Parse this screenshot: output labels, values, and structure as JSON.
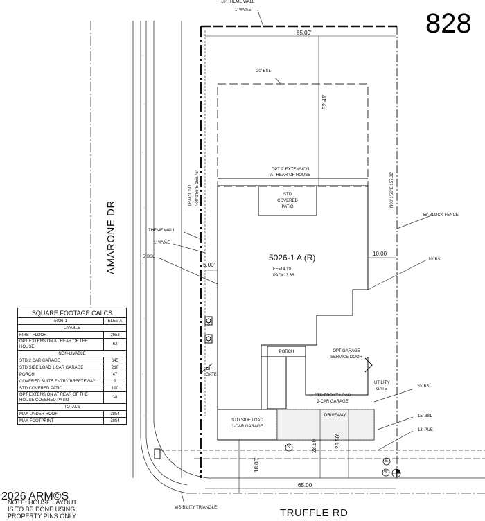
{
  "lot_number": "828",
  "streets": {
    "west": "AMARONE DR",
    "south": "TRUFFLE RD"
  },
  "house": {
    "plan": "5026-1 A (R)",
    "ff": "FF=14.19",
    "pad": "PAD=13.36"
  },
  "dimensions": {
    "top_width": "65.00'",
    "bottom_width": "65.00'",
    "rear_depth": "52.41'",
    "west_setback": "5.00'",
    "east_setback": "10.00'",
    "front_depth": "28.50'",
    "driveway_depth": "23.50'",
    "front_setback_dim": "18.00'",
    "west_line": "N00°1'56\"E  156.76'",
    "east_line": "N00°1'56\"E  157.02'"
  },
  "labels": {
    "theme_wall_top": "±6' THEME WALL",
    "wvae_top": "1' WVAE",
    "bsl_rear": "20' BSL",
    "opt_extension": "OPT 2' EXTENSION",
    "at_rear": "AT REAR OF HOUSE",
    "covered_patio": [
      "STD",
      "COVERED",
      "PATIO"
    ],
    "tract": "TRACT 2-D",
    "block_fence": "±6' BLOCK FENCE",
    "theme_wall_left": "THEME WALL",
    "wvae_left": "1' WVAE",
    "bsl_left": "5' BSL",
    "bsl_right": "10' BSL",
    "porch": "PORCH",
    "opt_garage": [
      "OPT GARAGE",
      "SERVICE DOOR"
    ],
    "opt_gate": [
      "OPT",
      "GATE"
    ],
    "utility_gate": [
      "UTILITY",
      "GATE"
    ],
    "bsl_front": "20' BSL",
    "front_load": [
      "STD FRONT LOAD",
      "2-CAR GARAGE"
    ],
    "driveway": "DRIVEWAY",
    "side_load": [
      "STD SIDE LOAD",
      "1-CAR GARAGE"
    ],
    "bsl_15": "15' BSL",
    "pue": "13' PUE",
    "visibility": "VISIBILITY TRIANGLE",
    "sym_s": "S",
    "sym_e": "E",
    "sym_w": "W"
  },
  "table": {
    "title": "SQUARE FOOTAGE CALCS",
    "plan": "5026-1",
    "elev": "ELEV A",
    "livable_header": "LIVABLE",
    "livable": [
      {
        "label": "FIRST FLOOR",
        "value": "2653"
      },
      {
        "label": "OPT EXTENSION AT REAR OF THE HOUSE",
        "value": "62"
      }
    ],
    "nonlivable_header": "NON-LIVABLE",
    "nonlivable": [
      {
        "label": "STD 2 CAR GARAGE",
        "value": "645"
      },
      {
        "label": "STD SIDE LOAD 1 CAR GARAGE",
        "value": "210"
      },
      {
        "label": "PORCH",
        "value": "47"
      },
      {
        "label": "COVERED SUITE ENTRY/BREEZEWAY",
        "value": "9"
      },
      {
        "label": "STD COVERED PATIO",
        "value": "190"
      },
      {
        "label": "OPT EXTENSION AT REAR OF THE HOUSE COVERED PATIO",
        "value": "38"
      }
    ],
    "totals_header": "TOTALS",
    "totals": [
      {
        "label": "MAX UNDER ROOF",
        "value": "3854"
      },
      {
        "label": "MAX FOOTPRINT",
        "value": "3854"
      }
    ]
  },
  "copyright": "2026 ARM©S",
  "note": [
    "NOTE: HOUSE LAYOUT",
    "IS TO BE DONE USING",
    "PROPERTY PINS ONLY"
  ]
}
